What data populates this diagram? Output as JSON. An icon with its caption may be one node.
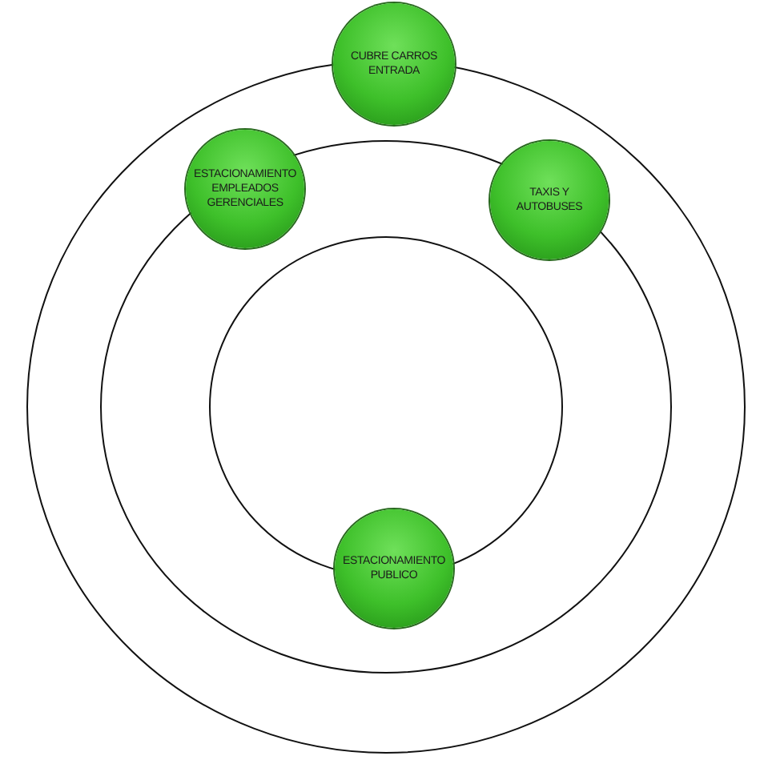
{
  "diagram": {
    "nodes": [
      {
        "text": [
          "CUBRE CARROS ENTRADA"
        ]
      },
      {
        "text": [
          "ESTACIONAMIENTO EMPLEADOS GERENCIALES"
        ]
      },
      {
        "text": [
          "TAXIS Y AUTOBUSES"
        ]
      },
      {
        "text": [
          "ESTACIONAMIENTO PUBLICO"
        ]
      }
    ],
    "edges": []
  }
}
